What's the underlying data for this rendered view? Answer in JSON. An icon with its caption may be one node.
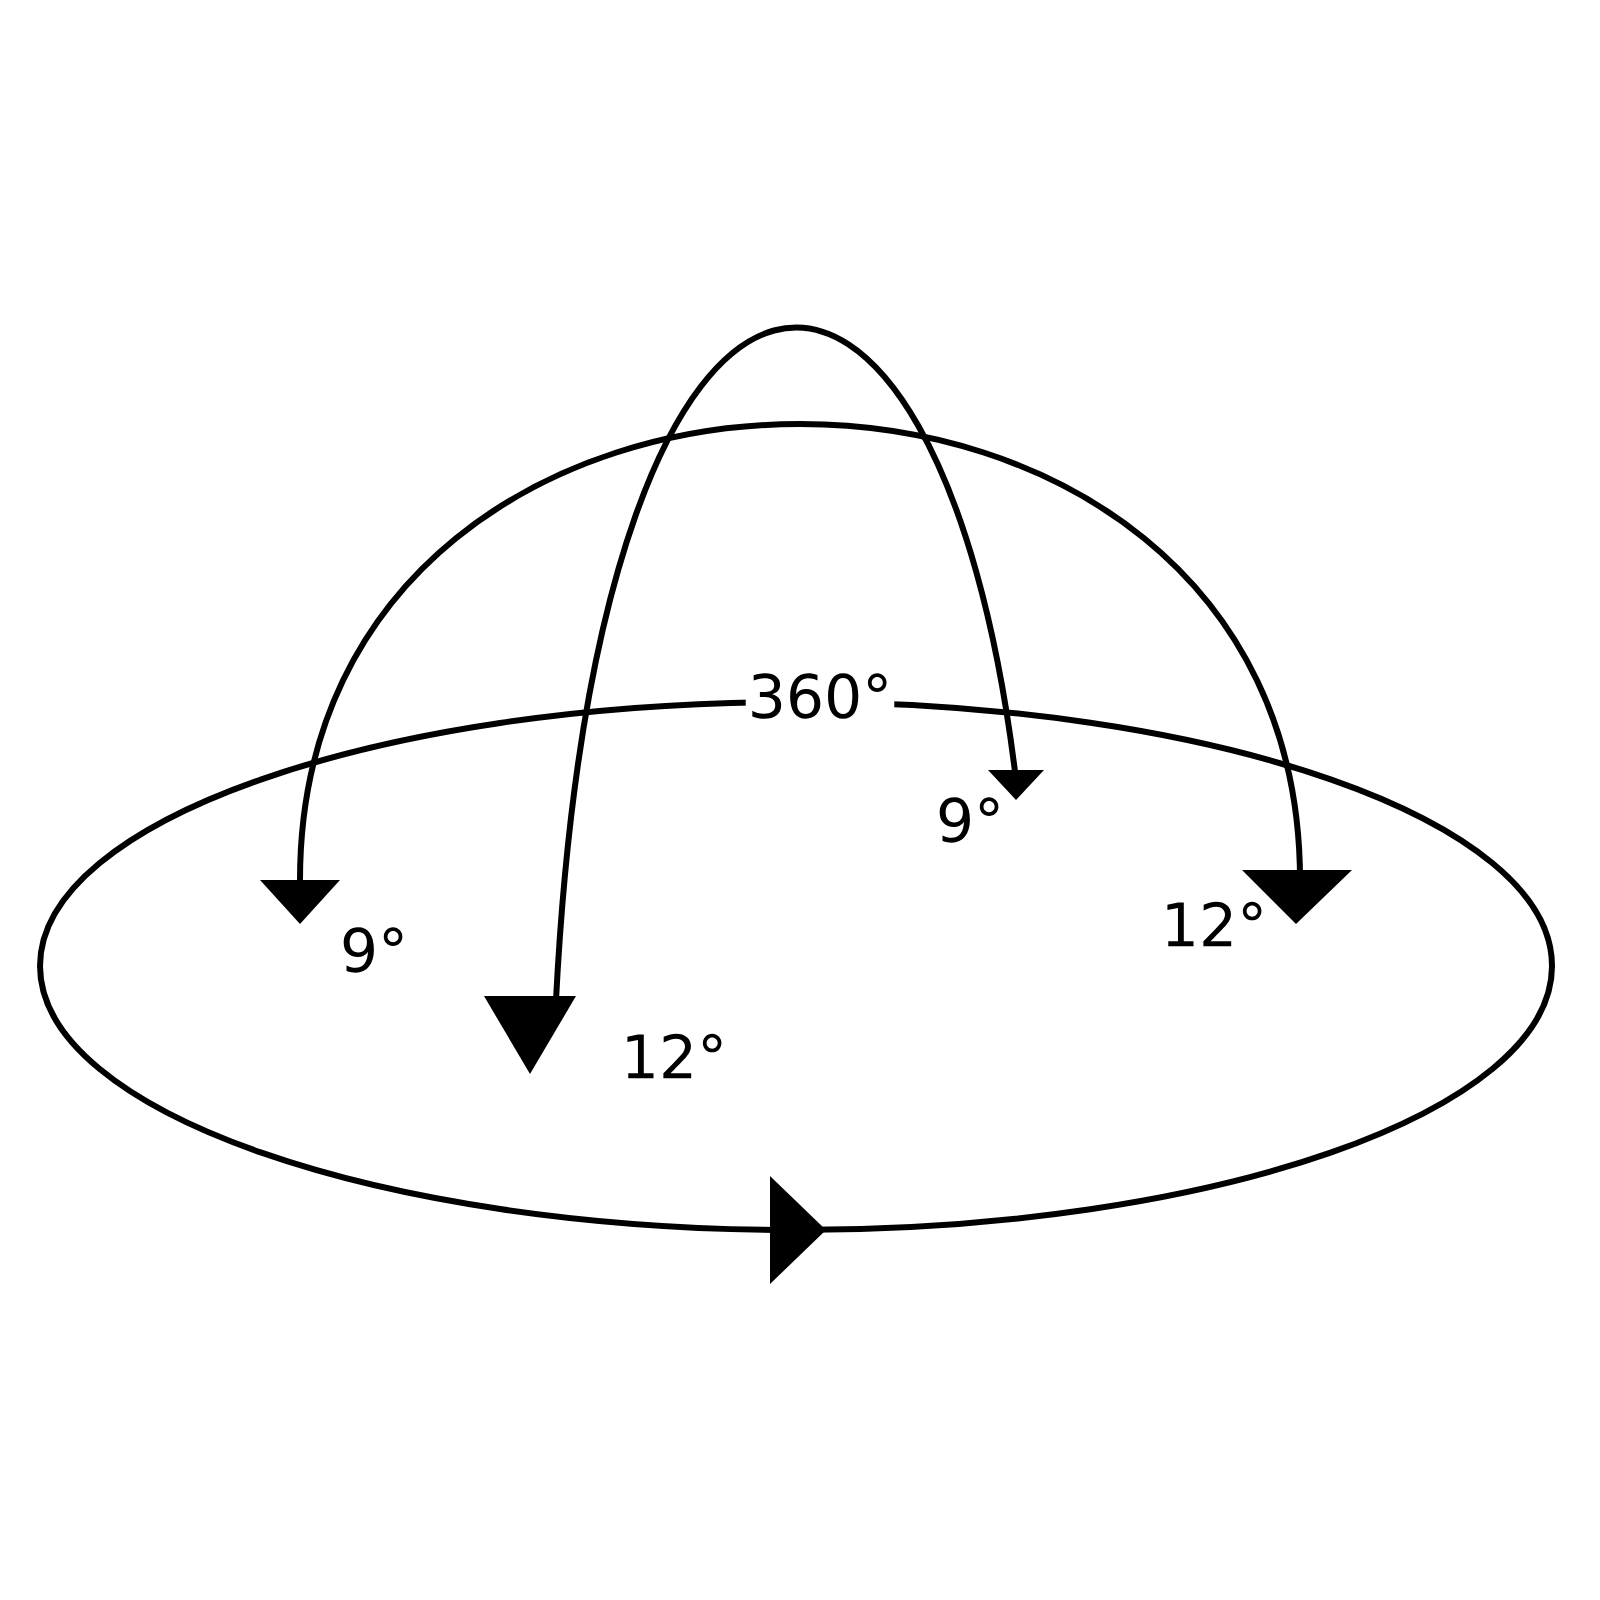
{
  "diagram": {
    "labels": [
      "360°",
      "9°",
      "12°",
      "9°",
      "12°"
    ]
  }
}
